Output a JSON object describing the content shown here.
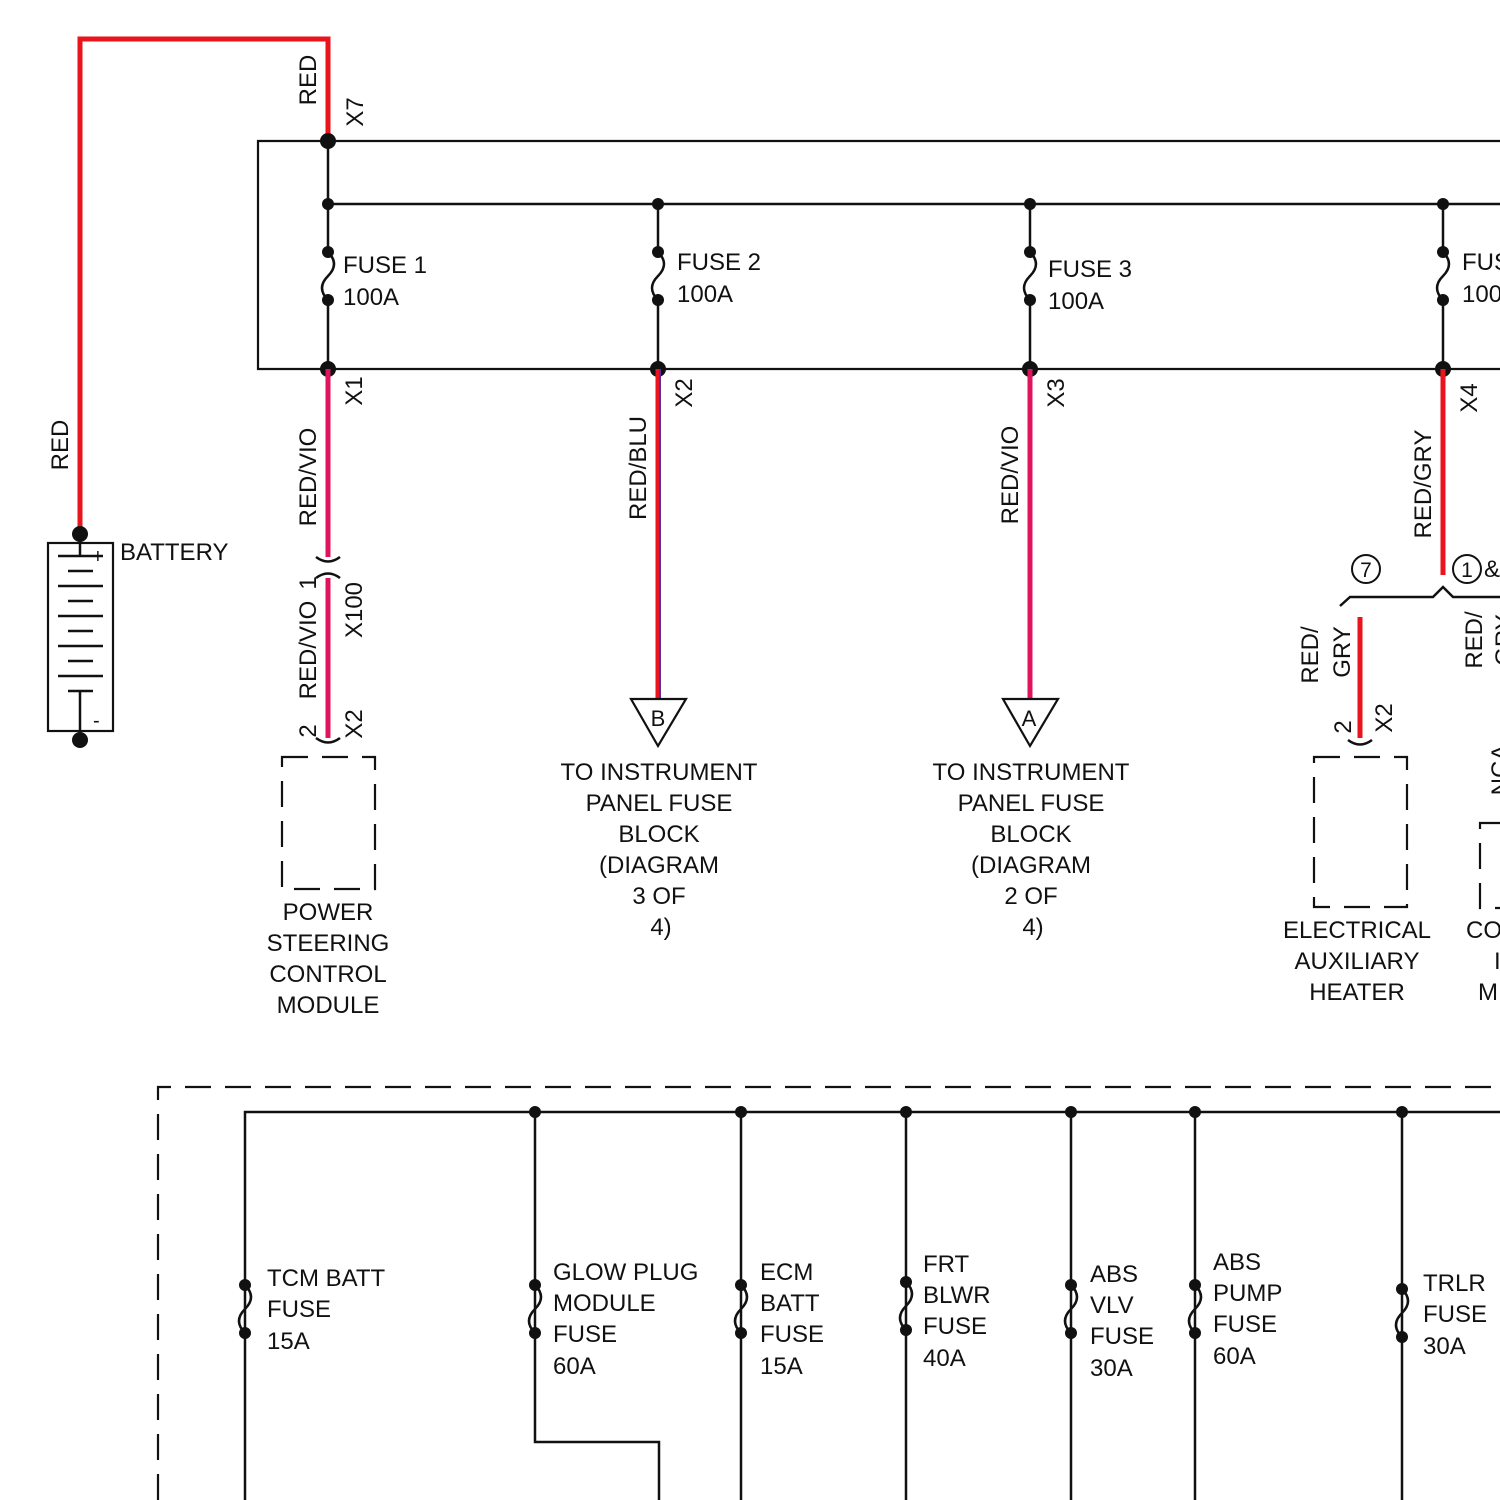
{
  "colors": {
    "red_wire": "#e8151c",
    "red_vio_wire": "#e0145c",
    "blu_stripe": "#5a2aa8",
    "line": "#111111"
  },
  "battery": {
    "label": "BATTERY",
    "plus": "+",
    "minus": "-",
    "wire_color_label": "RED"
  },
  "block": {
    "input_pin": "X7",
    "input_wire": "RED"
  },
  "fuses": [
    {
      "name": "FUSE 1",
      "rating": "100A",
      "pin": "X1",
      "wire": "RED/VIO"
    },
    {
      "name": "FUSE 2",
      "rating": "100A",
      "pin": "X2",
      "wire": "RED/BLU"
    },
    {
      "name": "FUSE 3",
      "rating": "100A",
      "pin": "X3",
      "wire": "RED/VIO"
    },
    {
      "name": "FUS",
      "rating": "100",
      "pin": "X4",
      "wire": "RED/GRY"
    }
  ],
  "power_steering": {
    "inline_wire": "RED/VIO",
    "inline_pin": "1",
    "connector": "X100",
    "module_pin": "2",
    "module_conn": "X2",
    "module_lines": [
      "POWER",
      "STEERING",
      "CONTROL",
      "MODULE"
    ]
  },
  "offpage": [
    {
      "letter": "B",
      "lines": [
        "TO INSTRUMENT",
        "PANEL FUSE",
        "BLOCK",
        "(DIAGRAM",
        "3 OF",
        "4)"
      ]
    },
    {
      "letter": "A",
      "lines": [
        "TO INSTRUMENT",
        "PANEL FUSE",
        "BLOCK",
        "(DIAGRAM",
        "2 OF",
        "4)"
      ]
    }
  ],
  "split": {
    "option_left": "7",
    "option_right": "1",
    "option_right_suffix": "&",
    "left_wire_line1": "RED/",
    "left_wire_line2": "GRY",
    "right_wire_line1": "RED/",
    "right_wire_line2": "GRY",
    "right_partial": "NCA"
  },
  "aux_heater": {
    "pin": "2",
    "conn": "X2",
    "lines": [
      "ELECTRICAL",
      "AUXILIARY",
      "HEATER"
    ],
    "partial_lines": [
      "CO",
      "I",
      "M"
    ]
  },
  "lower_fuses": [
    {
      "lines": [
        "TCM BATT",
        "FUSE",
        "15A"
      ]
    },
    {
      "lines": [
        "GLOW PLUG",
        "MODULE",
        "FUSE",
        "60A"
      ]
    },
    {
      "lines": [
        "ECM",
        "BATT",
        "FUSE",
        "15A"
      ]
    },
    {
      "lines": [
        "FRT",
        "BLWR",
        "FUSE",
        "40A"
      ]
    },
    {
      "lines": [
        "ABS",
        "VLV",
        "FUSE",
        "30A"
      ]
    },
    {
      "lines": [
        "ABS",
        "PUMP",
        "FUSE",
        "60A"
      ]
    },
    {
      "lines": [
        "TRLR",
        "FUSE",
        "30A"
      ]
    }
  ]
}
